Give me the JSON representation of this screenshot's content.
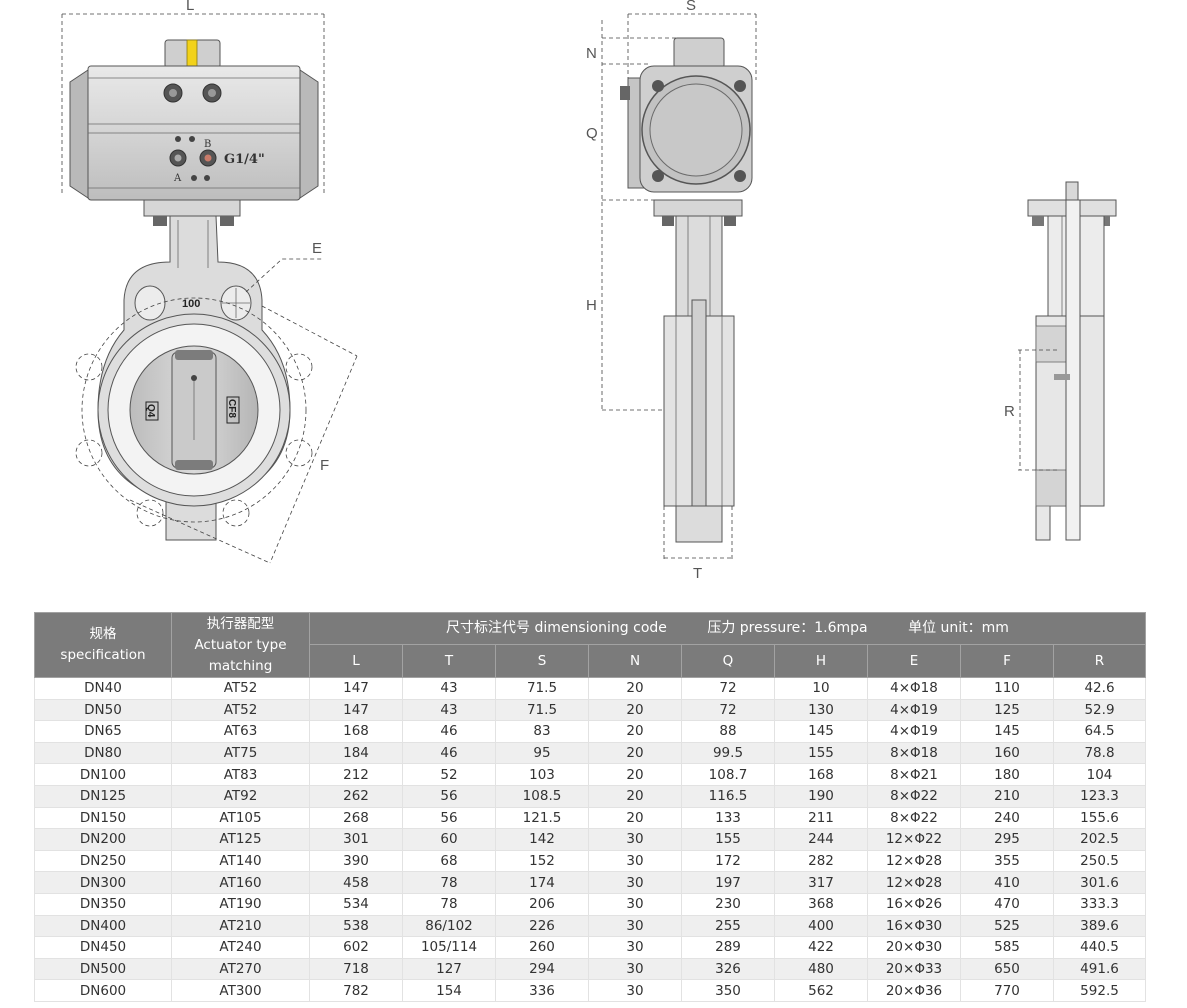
{
  "drawing": {
    "dimension_labels": {
      "L": "L",
      "S": "S",
      "N": "N",
      "Q": "Q",
      "H": "H",
      "E": "E",
      "F": "F",
      "T": "T",
      "R": "R"
    },
    "actuator_front": {
      "port_a": "A",
      "port_b": "B",
      "thread": "G1/4\""
    },
    "body_front": {
      "size_mark": "100",
      "disc_mark_left": "Q4",
      "disc_mark_right": "CF8"
    }
  },
  "table": {
    "header": {
      "spec_cn": "规格",
      "spec_en": "specification",
      "actuator_cn": "执行器配型",
      "actuator_en": "Actuator type matching",
      "dimension_code": "尺寸标注代号 dimensioning code",
      "pressure": "压力 pressure：1.6mpa",
      "unit": "单位 unit：mm",
      "columns": [
        "L",
        "T",
        "S",
        "N",
        "Q",
        "H",
        "E",
        "F",
        "R"
      ]
    },
    "rows": [
      [
        "DN40",
        "AT52",
        "147",
        "43",
        "71.5",
        "20",
        "72",
        "10",
        "4×Φ18",
        "110",
        "42.6"
      ],
      [
        "DN50",
        "AT52",
        "147",
        "43",
        "71.5",
        "20",
        "72",
        "130",
        "4×Φ19",
        "125",
        "52.9"
      ],
      [
        "DN65",
        "AT63",
        "168",
        "46",
        "83",
        "20",
        "88",
        "145",
        "4×Φ19",
        "145",
        "64.5"
      ],
      [
        "DN80",
        "AT75",
        "184",
        "46",
        "95",
        "20",
        "99.5",
        "155",
        "8×Φ18",
        "160",
        "78.8"
      ],
      [
        "DN100",
        "AT83",
        "212",
        "52",
        "103",
        "20",
        "108.7",
        "168",
        "8×Φ21",
        "180",
        "104"
      ],
      [
        "DN125",
        "AT92",
        "262",
        "56",
        "108.5",
        "20",
        "116.5",
        "190",
        "8×Φ22",
        "210",
        "123.3"
      ],
      [
        "DN150",
        "AT105",
        "268",
        "56",
        "121.5",
        "20",
        "133",
        "211",
        "8×Φ22",
        "240",
        "155.6"
      ],
      [
        "DN200",
        "AT125",
        "301",
        "60",
        "142",
        "30",
        "155",
        "244",
        "12×Φ22",
        "295",
        "202.5"
      ],
      [
        "DN250",
        "AT140",
        "390",
        "68",
        "152",
        "30",
        "172",
        "282",
        "12×Φ28",
        "355",
        "250.5"
      ],
      [
        "DN300",
        "AT160",
        "458",
        "78",
        "174",
        "30",
        "197",
        "317",
        "12×Φ28",
        "410",
        "301.6"
      ],
      [
        "DN350",
        "AT190",
        "534",
        "78",
        "206",
        "30",
        "230",
        "368",
        "16×Φ26",
        "470",
        "333.3"
      ],
      [
        "DN400",
        "AT210",
        "538",
        "86/102",
        "226",
        "30",
        "255",
        "400",
        "16×Φ30",
        "525",
        "389.6"
      ],
      [
        "DN450",
        "AT240",
        "602",
        "105/114",
        "260",
        "30",
        "289",
        "422",
        "20×Φ30",
        "585",
        "440.5"
      ],
      [
        "DN500",
        "AT270",
        "718",
        "127",
        "294",
        "30",
        "326",
        "480",
        "20×Φ33",
        "650",
        "491.6"
      ],
      [
        "DN600",
        "AT300",
        "782",
        "154",
        "336",
        "30",
        "350",
        "562",
        "20×Φ36",
        "770",
        "592.5"
      ]
    ]
  }
}
